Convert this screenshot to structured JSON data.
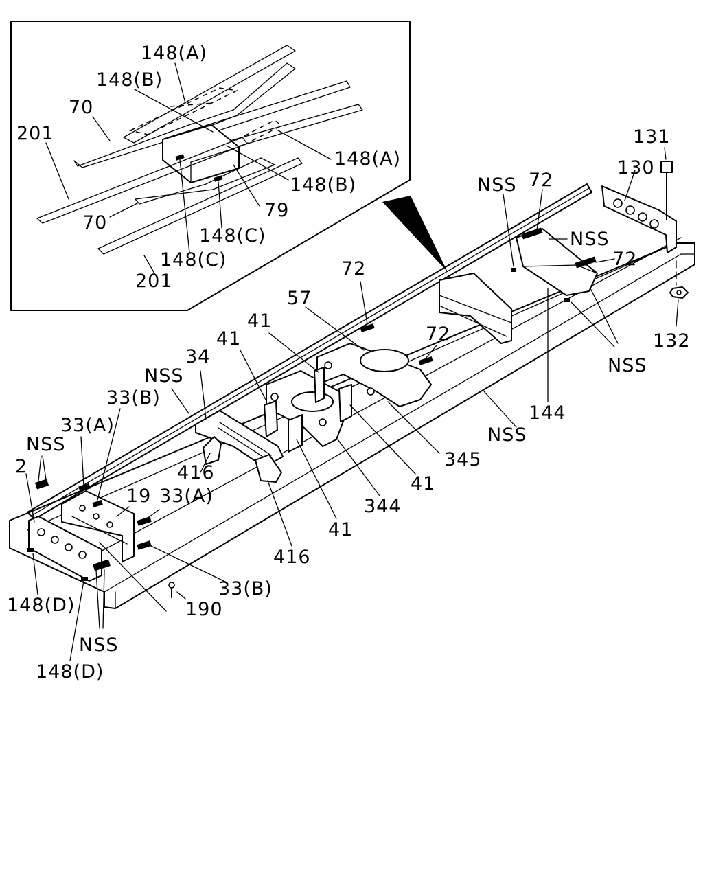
{
  "labels": {
    "inset_148a_top": "148(A)",
    "inset_148b_top": "148(B)",
    "inset_70_top": "70",
    "inset_201_left": "201",
    "inset_148a_right": "148(A)",
    "inset_148b_right": "148(B)",
    "inset_79": "79",
    "inset_70_bottom": "70",
    "inset_148c_mid": "148(C)",
    "inset_148c_low": "148(C)",
    "inset_201_bottom": "201",
    "p131": "131",
    "p130": "130",
    "nss_top_right": "NSS",
    "p72_top": "72",
    "nss_72_right": "NSS",
    "p72_right": "72",
    "p132": "132",
    "nss_144": "NSS",
    "p144": "144",
    "p72_mid": "72",
    "p72_small": "72",
    "p57": "57",
    "p41_a": "41",
    "p41_b": "41",
    "p34": "34",
    "nss_34": "NSS",
    "p33b_top": "33(B)",
    "p33a_top": "33(A)",
    "nss_left": "NSS",
    "p2": "2",
    "p19": "19",
    "p33a_mid": "33(A)",
    "p416_a": "416",
    "p345": "345",
    "nss_frame": "NSS",
    "p41_c": "41",
    "p344": "344",
    "p41_d": "41",
    "p416_b": "416",
    "p33b_bottom": "33(B)",
    "p190": "190",
    "p148d_left": "148(D)",
    "nss_bottom": "NSS",
    "p148d_bottom": "148(D)"
  }
}
